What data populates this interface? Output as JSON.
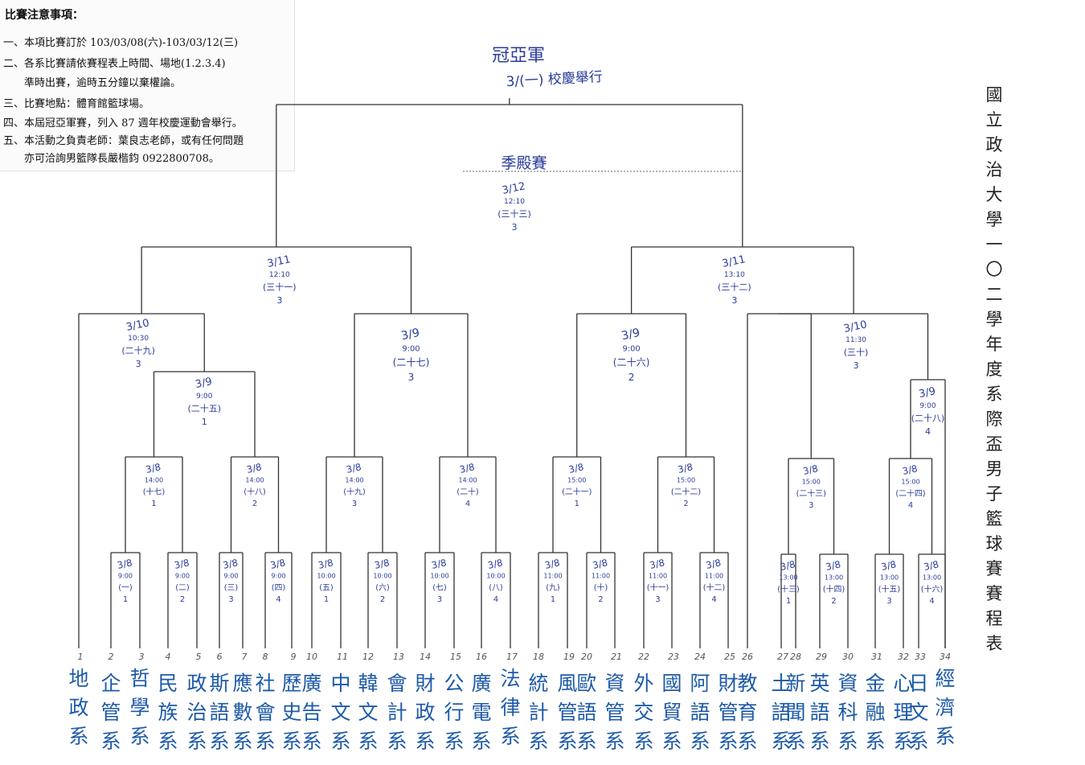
{
  "title": "國立政治大學一〇二學年度系際盃男子籃球賽賽程表",
  "notes": {
    "heading": "比賽注意事項：",
    "items": [
      "一、本項比賽訂於 103/03/08(六)-103/03/12(三)",
      "二、各系比賽請依賽程表上時間、場地(1.2.3.4)",
      "準時出賽，逾時五分鐘以棄權論。",
      "三、比賽地點：體育館籃球場。",
      "四、本屆冠亞軍賽，列入 87 週年校慶運動會舉行。",
      "五、本活動之負責老師：葉良志老師，或有任何問題",
      "亦可洽詢男籃隊長嚴楷鈞 0922800708。"
    ]
  },
  "handwritten": {
    "final": {
      "label": "冠亞軍",
      "note": "3/(一) 校慶舉行"
    },
    "third_place": "季殿賽",
    "matches": [
      {
        "date": "3/8",
        "time": "9:00",
        "game": "(一)",
        "court": "1"
      },
      {
        "date": "3/8",
        "time": "9:00",
        "game": "(二)",
        "court": "2"
      },
      {
        "date": "3/8",
        "time": "9:00",
        "game": "(三)",
        "court": "3"
      },
      {
        "date": "3/8",
        "time": "9:00",
        "game": "(四)",
        "court": "4"
      },
      {
        "date": "3/8",
        "time": "10:00",
        "game": "(五)",
        "court": "1"
      },
      {
        "date": "3/8",
        "time": "10:00",
        "game": "(六)",
        "court": "2"
      },
      {
        "date": "3/8",
        "time": "10:00",
        "game": "(七)",
        "court": "3"
      },
      {
        "date": "3/8",
        "time": "10:00",
        "game": "(八)",
        "court": "4"
      },
      {
        "date": "3/8",
        "time": "11:00",
        "game": "(九)",
        "court": "1"
      },
      {
        "date": "3/8",
        "time": "11:00",
        "game": "(十)",
        "court": "2"
      },
      {
        "date": "3/8",
        "time": "11:00",
        "game": "(十一)",
        "court": "3"
      },
      {
        "date": "3/8",
        "time": "11:00",
        "game": "(十二)",
        "court": "4"
      },
      {
        "date": "3/8",
        "time": "13:00",
        "game": "(十三)",
        "court": "1"
      },
      {
        "date": "3/8",
        "time": "13:00",
        "game": "(十四)",
        "court": "2"
      },
      {
        "date": "3/8",
        "time": "13:00",
        "game": "(十五)",
        "court": "3"
      },
      {
        "date": "3/8",
        "time": "13:00",
        "game": "(十六)",
        "court": "4"
      },
      {
        "date": "3/8",
        "time": "14:00",
        "game": "(十七)",
        "court": "1"
      },
      {
        "date": "3/8",
        "time": "14:00",
        "game": "(十八)",
        "court": "2"
      },
      {
        "date": "3/8",
        "time": "14:00",
        "game": "(十九)",
        "court": "3"
      },
      {
        "date": "3/8",
        "time": "14:00",
        "game": "(二十)",
        "court": "4"
      },
      {
        "date": "3/8",
        "time": "15:00",
        "game": "(二十一)",
        "court": "1"
      },
      {
        "date": "3/8",
        "time": "15:00",
        "game": "(二十二)",
        "court": "2"
      },
      {
        "date": "3/8",
        "time": "15:00",
        "game": "(二十三)",
        "court": "3"
      },
      {
        "date": "3/8",
        "time": "15:00",
        "game": "(二十四)",
        "court": "4"
      },
      {
        "date": "3/9",
        "time": "9:00",
        "game": "(二十五)",
        "court": "1"
      },
      {
        "date": "3/9",
        "time": "9:00",
        "game": "(二十六)",
        "court": "2"
      },
      {
        "date": "3/9",
        "time": "9:00",
        "game": "(二十七)",
        "court": "3"
      },
      {
        "date": "3/9",
        "time": "9:00",
        "game": "(二十八)",
        "court": "4"
      },
      {
        "date": "3/10",
        "time": "10:30",
        "game": "(二十九)",
        "court": "3"
      },
      {
        "date": "3/10",
        "time": "11:30",
        "game": "(三十)",
        "court": "3"
      },
      {
        "date": "3/11",
        "time": "12:10",
        "game": "(三十一)",
        "court": "3"
      },
      {
        "date": "3/11",
        "time": "13:10",
        "game": "(三十二)",
        "court": "3"
      },
      {
        "date": "3/12",
        "time": "12:10",
        "game": "(三十三)",
        "court": "3"
      }
    ]
  },
  "seeds": [
    "1",
    "2",
    "3",
    "4",
    "5",
    "6",
    "7",
    "8",
    "9",
    "10",
    "11",
    "12",
    "13",
    "14",
    "15",
    "16",
    "17",
    "18",
    "19",
    "20",
    "21",
    "22",
    "23",
    "24",
    "25",
    "26",
    "27",
    "28",
    "29",
    "30",
    "31",
    "32",
    "33",
    "34"
  ],
  "departments": [
    "地政系",
    "企管系",
    "哲學系",
    "民族系",
    "政治系",
    "斯語系",
    "應數系",
    "社會系",
    "歷史系",
    "廣告系",
    "中文系",
    "韓文系",
    "會計系",
    "財政系",
    "公行系",
    "廣電系",
    "法律系",
    "統計系",
    "風管系",
    "歐語系",
    "資管系",
    "外交系",
    "國貿系",
    "阿語系",
    "財管系",
    "教育系",
    "土語系",
    "新聞系",
    "英語系",
    "資科系",
    "金融系",
    "心理系",
    "日文系",
    "經濟系"
  ]
}
